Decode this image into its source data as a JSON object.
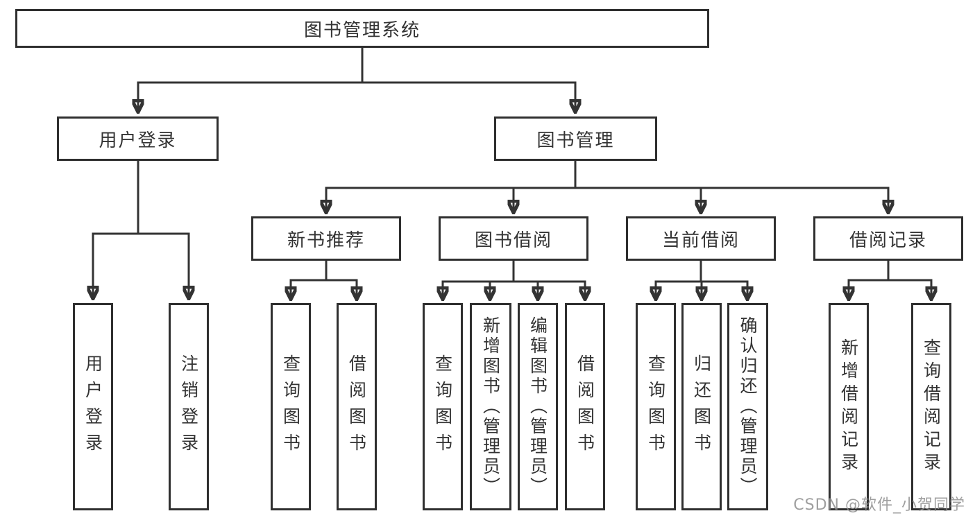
{
  "colors": {
    "line": "#333333",
    "box_border": "#2f2f2f",
    "box_fill": "#ffffff",
    "text": "#333333",
    "watermark": "#8f8f8f",
    "background": "#ffffff"
  },
  "watermark": "CSDN @软件_小贺同学",
  "tree": {
    "label": "图书管理系统",
    "children": [
      {
        "label": "用户登录",
        "children": [
          {
            "label": "用户登录"
          },
          {
            "label": "注销登录"
          }
        ]
      },
      {
        "label": "图书管理",
        "children": [
          {
            "label": "新书推荐",
            "children": [
              {
                "label": "查询图书"
              },
              {
                "label": "借阅图书"
              }
            ]
          },
          {
            "label": "图书借阅",
            "children": [
              {
                "label": "查询图书"
              },
              {
                "label": "新增图书（管理员）"
              },
              {
                "label": "编辑图书（管理员）"
              },
              {
                "label": "借阅图书"
              }
            ]
          },
          {
            "label": "当前借阅",
            "children": [
              {
                "label": "查询图书"
              },
              {
                "label": "归还图书"
              },
              {
                "label": "确认归还（管理员）"
              }
            ]
          },
          {
            "label": "借阅记录",
            "children": [
              {
                "label": "新增借阅记录"
              },
              {
                "label": "查询借阅记录"
              }
            ]
          }
        ]
      }
    ]
  }
}
